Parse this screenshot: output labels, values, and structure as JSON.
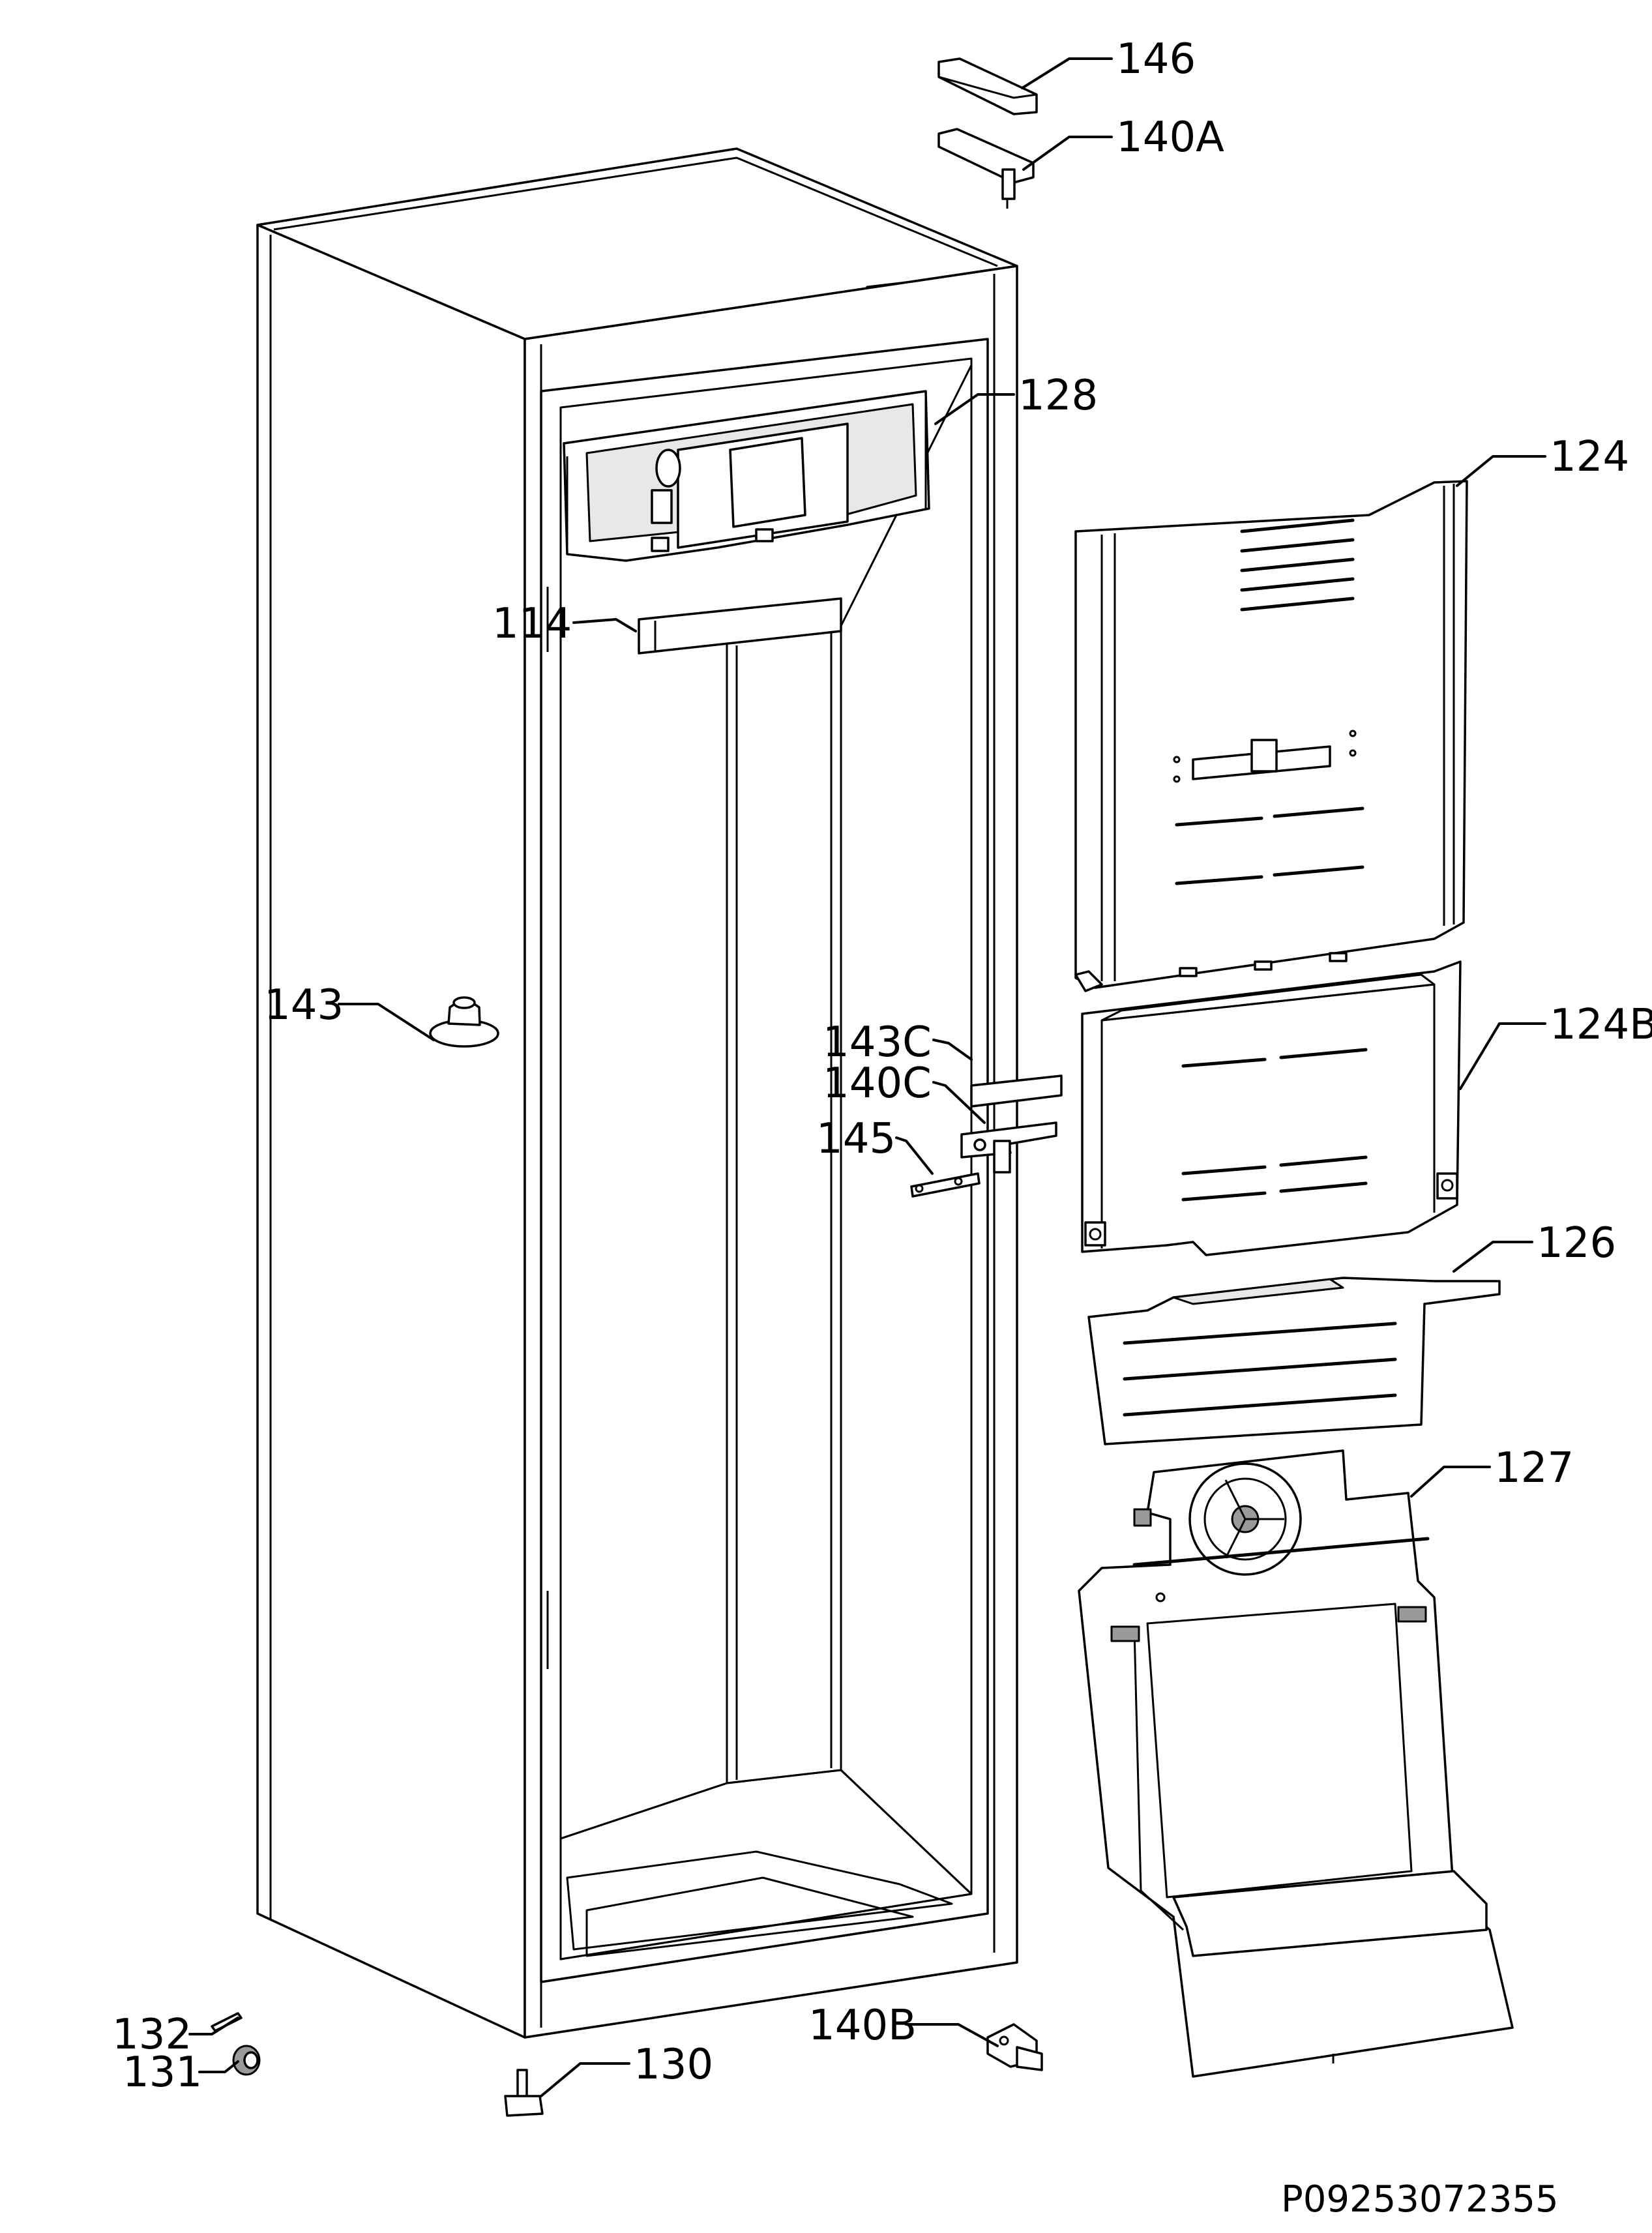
{
  "diagram_code": "P09253072355",
  "labels": {
    "l146": "146",
    "l140A": "140A",
    "l128": "128",
    "l124": "124",
    "l114": "114",
    "l143": "143",
    "l143C": "143C",
    "l140C": "140C",
    "l145": "145",
    "l124B": "124B",
    "l126": "126",
    "l127": "127",
    "l132": "132",
    "l131": "131",
    "l130": "130",
    "l140B": "140B"
  }
}
